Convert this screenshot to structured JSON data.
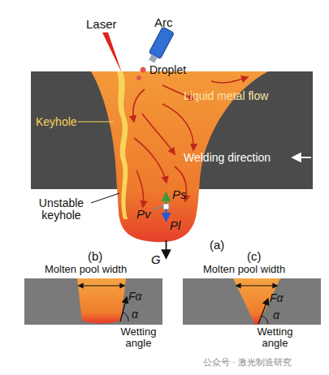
{
  "diagram": {
    "labels": [
      "Laser",
      "Arc",
      "Droplet",
      "Keyhole",
      "Liquid metal flow",
      "Welding direction",
      "Unstable keyhole",
      "Ps",
      "Pv",
      "Pl",
      "G",
      "(a)",
      "Molten pool width",
      "Fα",
      "α",
      "Wetting angle",
      "(b)",
      "Molten pool width",
      "Fα",
      "α",
      "Wetting angle",
      "(c)",
      "公众号 · 激光制造研究"
    ]
  }
}
